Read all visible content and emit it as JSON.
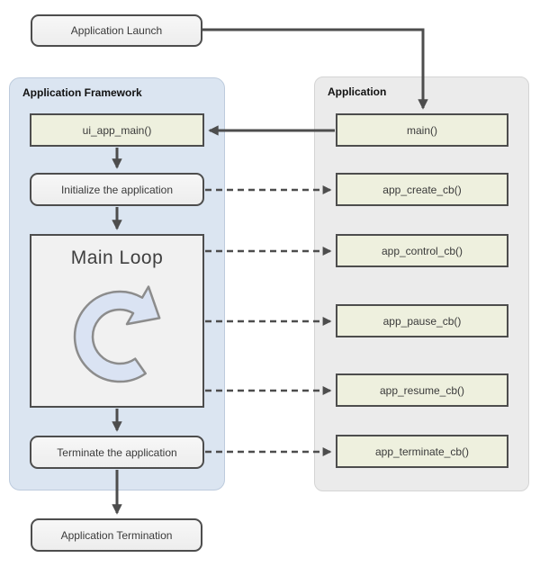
{
  "colors": {
    "arrow": "#4d4d4d",
    "border": "#4d4d4d",
    "green": "#eef0de",
    "node": "#f2f2f2",
    "framework_bg": "#dbe5f1",
    "framework_border": "#bdcbdd",
    "app_bg": "#ebebeb",
    "app_border": "#d4d4d4",
    "icon_fill": "#dae3f3",
    "icon_stroke": "#8c8c8c",
    "text": "#3a3a3a",
    "title": "#111111"
  },
  "nodes": {
    "launch": "Application Launch",
    "termination": "Application Termination"
  },
  "framework": {
    "title": "Application Framework",
    "ui_app_main": "ui_app_main()",
    "initialize": "Initialize the application",
    "main_loop": "Main Loop",
    "terminate": "Terminate the application"
  },
  "application": {
    "title": "Application",
    "main": "main()",
    "callbacks": [
      "app_create_cb()",
      "app_control_cb()",
      "app_pause_cb()",
      "app_resume_cb()",
      "app_terminate_cb()"
    ]
  }
}
